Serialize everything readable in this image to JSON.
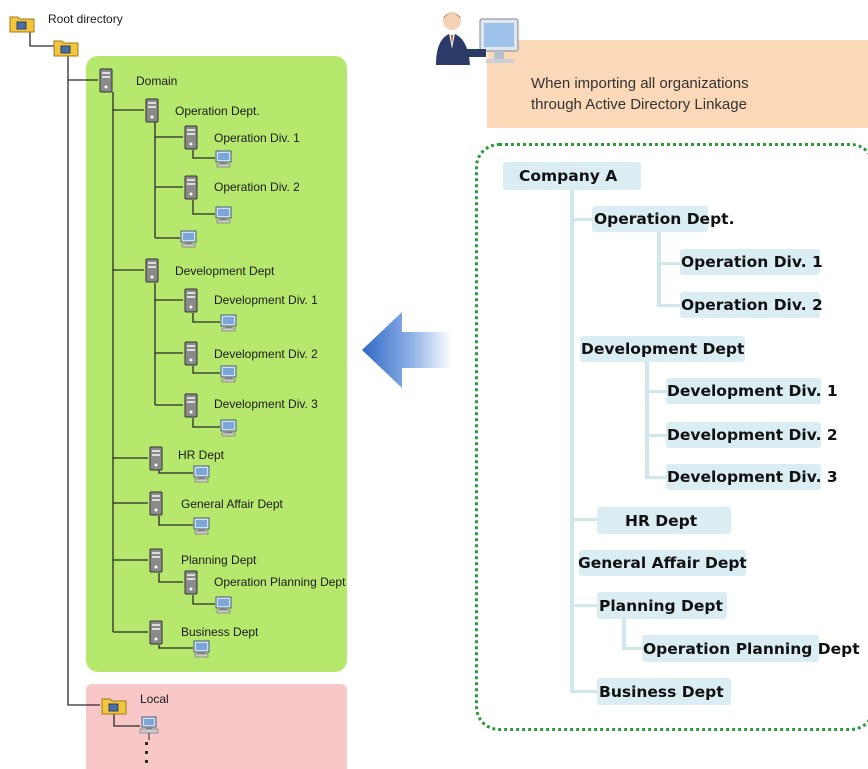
{
  "left_tree": {
    "root": "Root directory",
    "domain": "Domain",
    "operation_dept": "Operation Dept.",
    "operation_div1": "Operation Div. 1",
    "operation_div2": "Operation Div. 2",
    "development_dept": "Development Dept",
    "development_div1": "Development Div. 1",
    "development_div2": "Development Div. 2",
    "development_div3": "Development Div. 3",
    "hr_dept": "HR Dept",
    "general_affair_dept": "General Affair Dept",
    "planning_dept": "Planning Dept",
    "operation_planning_dept": "Operation Planning Dept",
    "business_dept": "Business Dept",
    "local": "Local"
  },
  "caption": {
    "line1": "When importing all organizations",
    "line2": "through Active Directory Linkage"
  },
  "right_tree": {
    "company": "Company A",
    "operation_dept": "Operation Dept.",
    "operation_div1": "Operation Div. 1",
    "operation_div2": "Operation Div. 2",
    "development_dept": "Development Dept",
    "development_div1": "Development Div. 1",
    "development_div2": "Development Div. 2",
    "development_div3": "Development Div. 3",
    "hr_dept": "HR Dept",
    "general_affair_dept": "General Affair Dept",
    "planning_dept": "Planning Dept",
    "operation_planning_dept": "Operation Planning Dept",
    "business_dept": "Business Dept"
  },
  "colors": {
    "green_panel": "#b7e86e",
    "pink_panel": "#f8c8c8",
    "caption_bg": "#fbd9b8",
    "node_bg": "#d9edf2",
    "dotted_border": "#2f9a3c",
    "arrow_blue": "#2f68c6"
  }
}
